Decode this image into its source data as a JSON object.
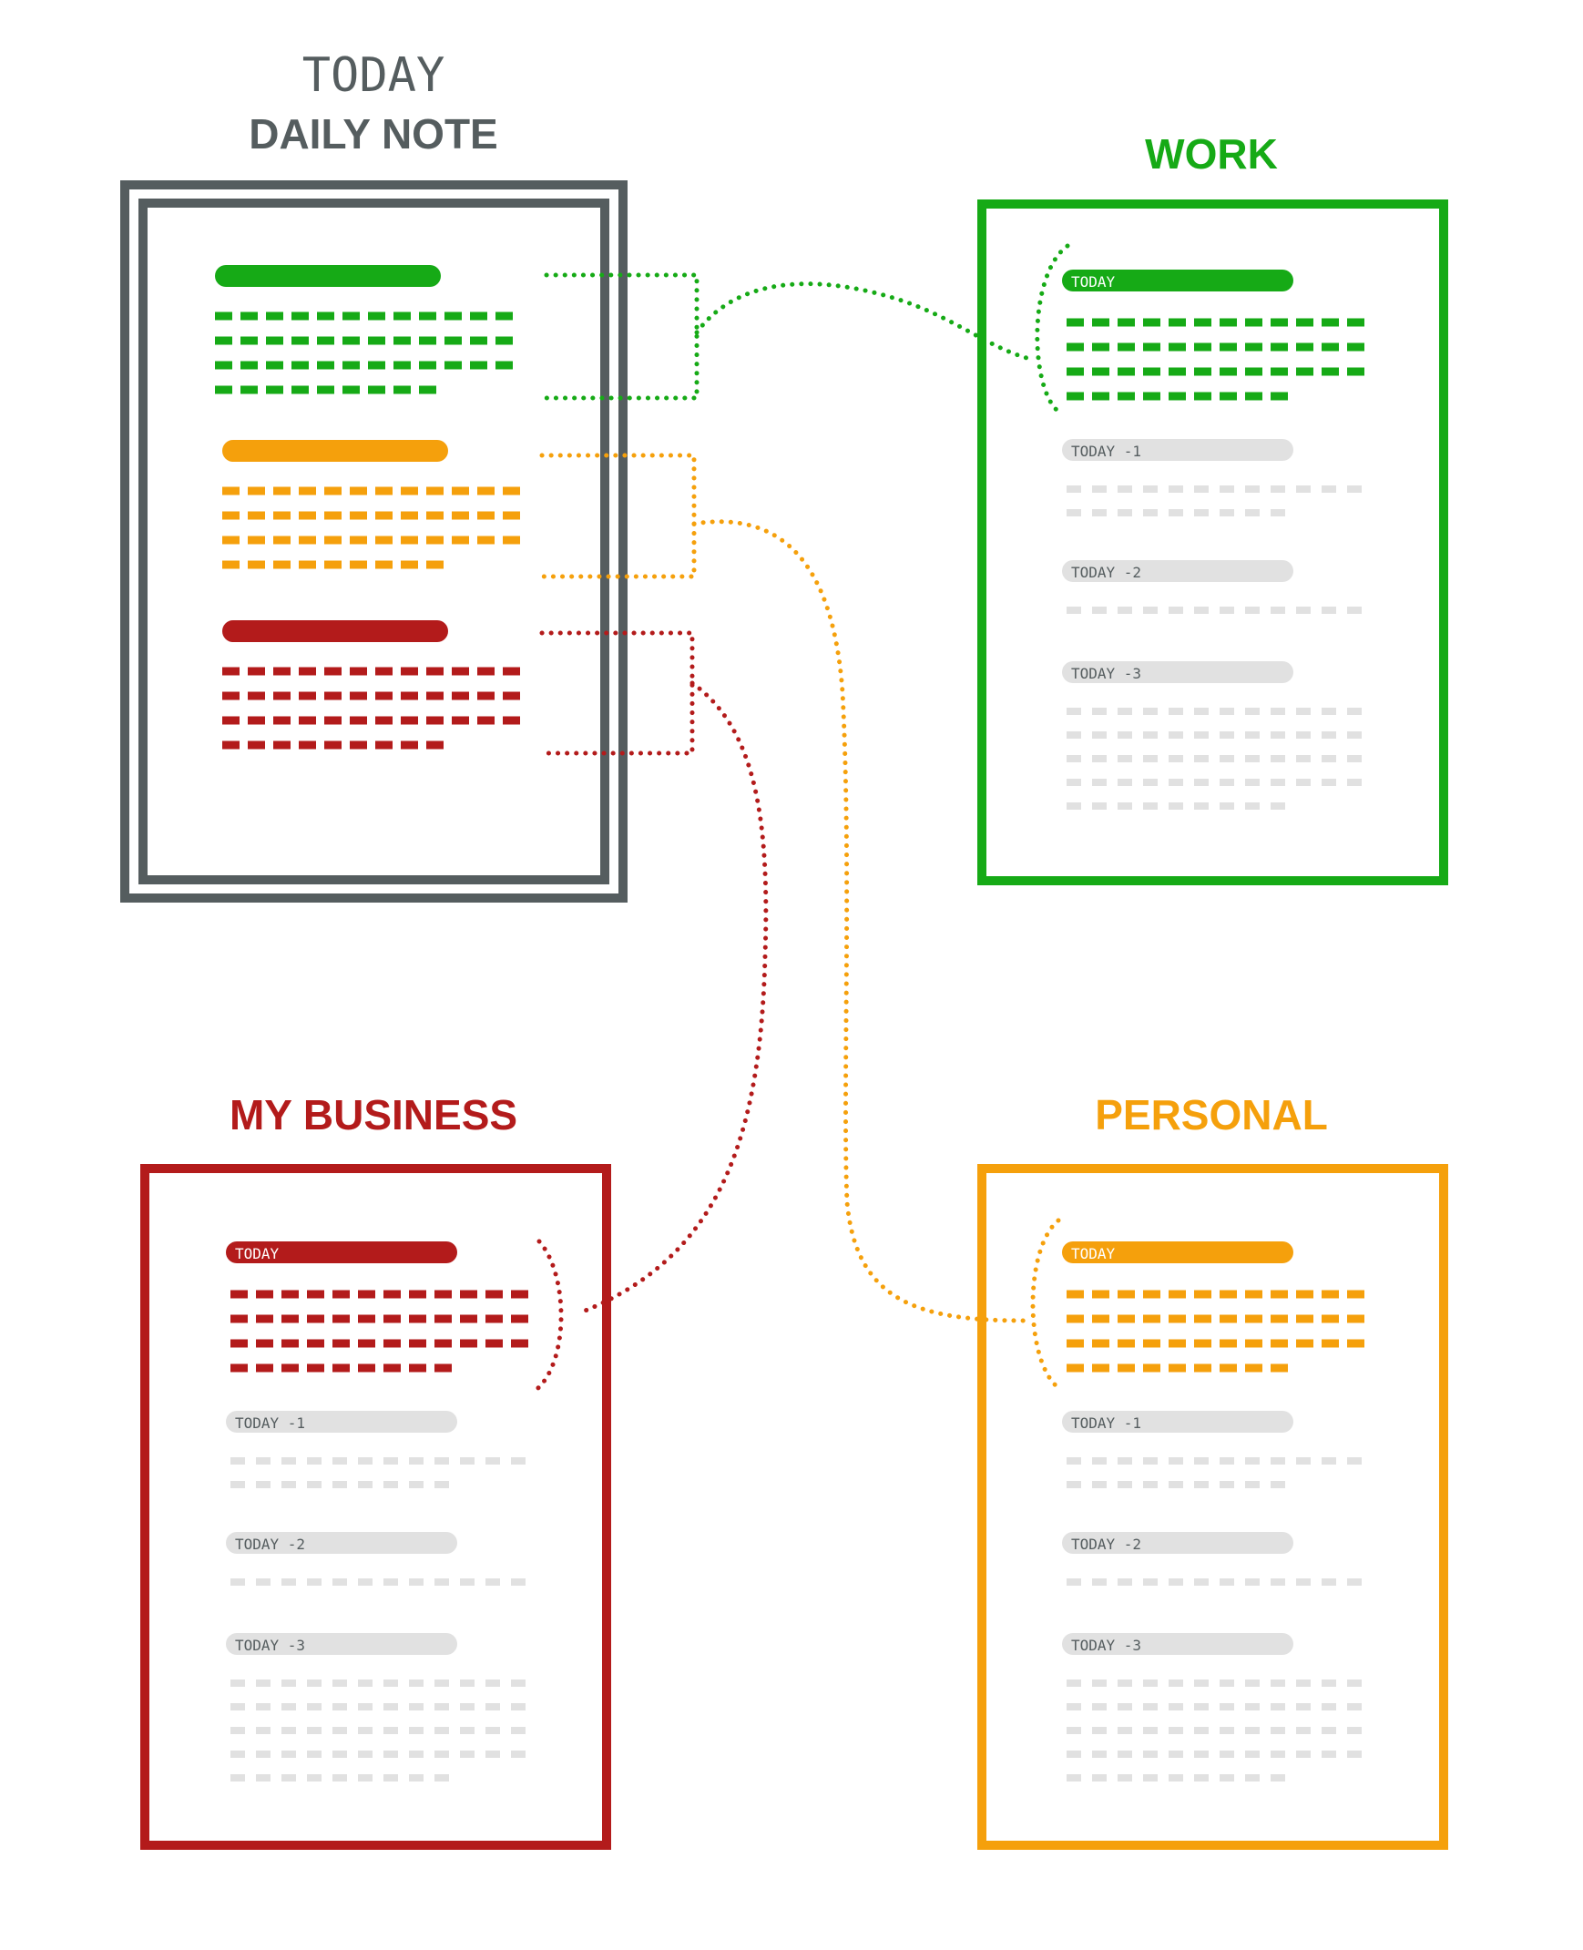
{
  "daily_note": {
    "script_label": "TODAY",
    "title": "DAILY NOTE",
    "frame_color": "#555d5f",
    "sections": [
      "work",
      "personal",
      "business"
    ]
  },
  "notes": [
    {
      "key": "work",
      "title": "WORK",
      "color": "#16aa16"
    },
    {
      "key": "business",
      "title": "MY BUSINESS",
      "color": "#b31b1b"
    },
    {
      "key": "personal",
      "title": "PERSONAL",
      "color": "#f5a00c"
    }
  ],
  "entries": [
    {
      "label": "TODAY",
      "active": true
    },
    {
      "label": "TODAY -1",
      "active": false
    },
    {
      "label": "TODAY -2",
      "active": false
    },
    {
      "label": "TODAY -3",
      "active": false
    }
  ],
  "inactive_color": "#e1e1e1"
}
